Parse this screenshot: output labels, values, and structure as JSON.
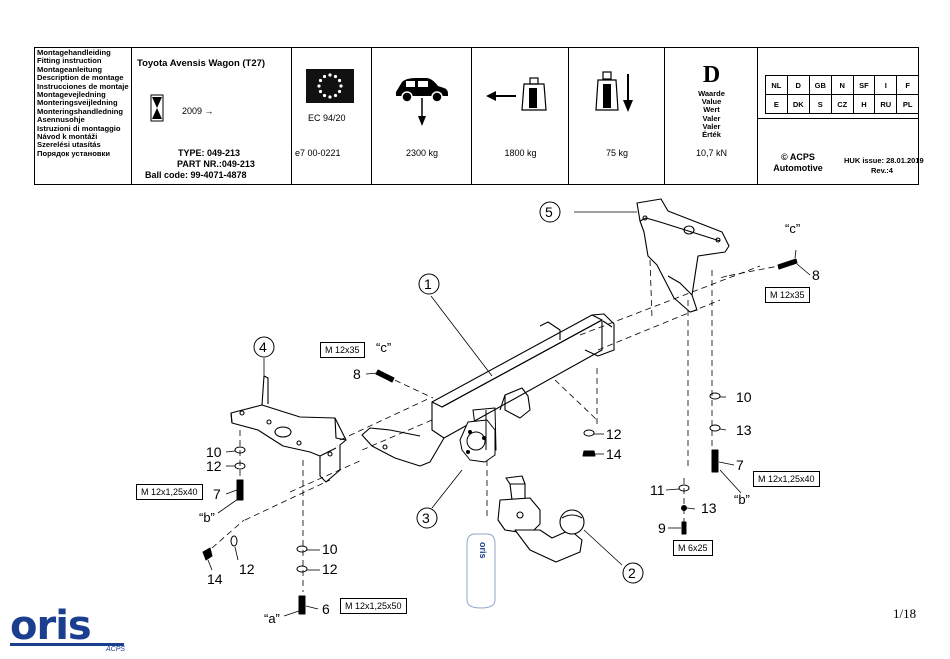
{
  "header": {
    "languages": [
      "Montagehandleiding",
      "Fitting instruction",
      "Montageanleitung",
      "Description de montage",
      "Instrucciones de montaje",
      "Montagevejledning",
      "Monteringsveijledning",
      "Monteringshandledning",
      "Asennusohje",
      "Istruzioni di montaggio",
      "Návod k montáži",
      "Szerelési utasítás",
      "Порядок установки"
    ],
    "vehicle": "Toyota Avensis Wagon (T27)",
    "year": "2009 →",
    "type": "TYPE: 049-213",
    "part_nr": "PART NR.:049-213",
    "ball_code": "Ball code: 99-4071-4878",
    "ec_label": "EC 94/20",
    "approval": "e7   00-0221",
    "vehicle_weight": "2300 kg",
    "trailer_weight": "1800 kg",
    "vertical_load": "75 kg",
    "d_letter": "D",
    "d_terms": [
      "Waarde",
      "Value",
      "Wert",
      "Valer",
      "Valer",
      "Érték"
    ],
    "d_value": "10,7 kN",
    "countries_row1": [
      "NL",
      "D",
      "GB",
      "N",
      "SF",
      "I",
      "F"
    ],
    "countries_row2": [
      "E",
      "DK",
      "S",
      "CZ",
      "H",
      "RU",
      "PL"
    ],
    "copyright": "© ACPS",
    "copyright2": "Automotive",
    "issue": "HUK issue: 28.01.2019",
    "rev": "Rev.:4"
  },
  "diagram": {
    "parts": [
      "1",
      "2",
      "3",
      "4",
      "5",
      "6",
      "7",
      "7",
      "8",
      "8",
      "9",
      "10",
      "10",
      "10",
      "11",
      "12",
      "12",
      "12",
      "12",
      "13",
      "14",
      "14"
    ],
    "bolt_labels": {
      "m12x35_left": "M 12x35",
      "m12x35_right": "M 12x35",
      "m12x125x40_left": "M 12x1,25x40",
      "m12x125x40_right": "M 12x1,25x40",
      "m12x125x50": "M 12x1,25x50",
      "m6x25": "M 6x25"
    },
    "refs": {
      "a": "“a”",
      "b_left": "“b”",
      "b_right": "“b”",
      "c_left": "“c”",
      "c_right": "“c”"
    }
  },
  "brand": {
    "logo_text": "oris",
    "logo_sub": "ACPS",
    "color": "#1b3f8f",
    "sticker": "oris"
  },
  "page": "1/18"
}
